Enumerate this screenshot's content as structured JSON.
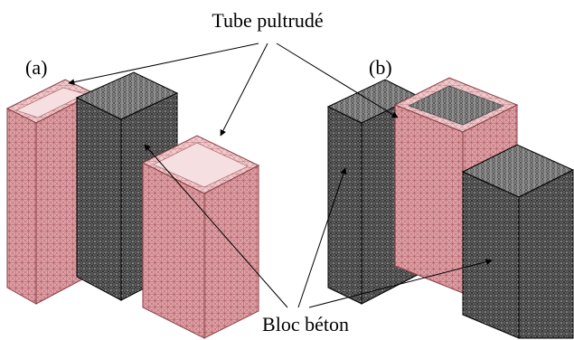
{
  "labels": {
    "tube": "Tube pultrudé",
    "bloc": "Bloc béton",
    "panel_a": "(a)",
    "panel_b": "(b)"
  },
  "colors": {
    "tube_side": "#dfa2a7",
    "tube_top": "#efc9cc",
    "tube_mesh": "#a8545c",
    "block_side": "#5c5c5c",
    "block_top": "#8a8a8a",
    "block_mesh": "#1a1a1a",
    "leader": "#000000"
  }
}
